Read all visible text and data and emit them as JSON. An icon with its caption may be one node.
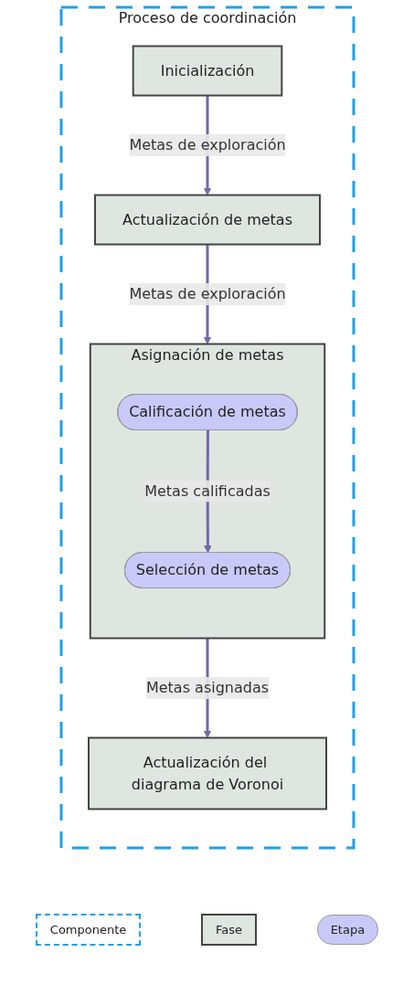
{
  "diagram": {
    "nodes": [
      {
        "text": [
          "Proceso de coordinación"
        ]
      },
      {
        "text": [
          "Inicialización"
        ],
        "in": 0
      },
      {
        "text": [
          "Actualización de metas"
        ],
        "in": 0
      },
      {
        "text": [
          "Asignación de metas"
        ],
        "in": 0
      },
      {
        "text": [
          "Calificación de metas"
        ],
        "in": 3
      },
      {
        "text": [
          "Selección de metas"
        ],
        "in": 3
      },
      {
        "text": [
          "Actualización del diagrama de Voronoi"
        ],
        "in": 0
      }
    ],
    "edges": [
      {
        "from": 1,
        "to": 2,
        "arrow": "to",
        "label": "Metas de exploración"
      },
      {
        "from": 2,
        "to": 3,
        "arrow": "to",
        "label": "Metas de exploración"
      },
      {
        "from": 4,
        "to": 5,
        "arrow": "to",
        "label": "Metas calificadas"
      },
      {
        "from": 3,
        "to": 6,
        "arrow": "to",
        "label": "Metas asignadas"
      }
    ],
    "legend": [
      {
        "text": "Componente"
      },
      {
        "text": "Fase"
      },
      {
        "text": "Etapa"
      }
    ]
  }
}
